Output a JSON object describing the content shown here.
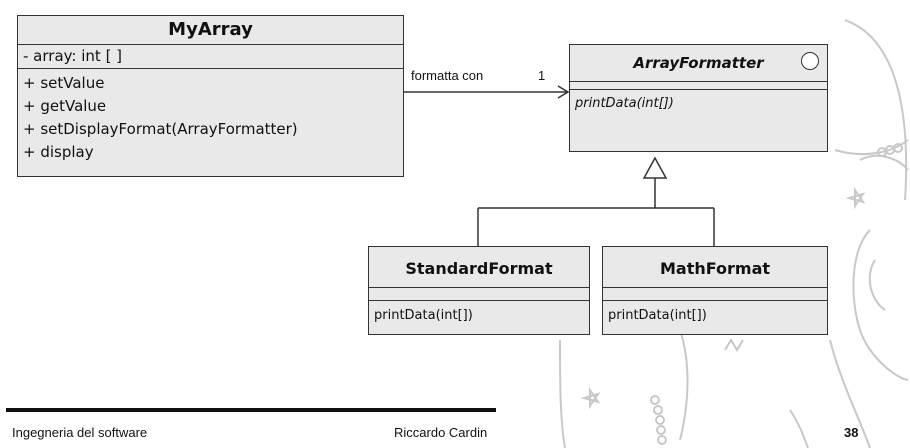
{
  "diagram": {
    "my_array": {
      "title": "MyArray",
      "attributes": [
        "- array: int [ ]"
      ],
      "operations": [
        "+ setValue",
        "+ getValue",
        "+ setDisplayFormat(ArrayFormatter)",
        "+ display"
      ]
    },
    "array_formatter": {
      "title": "ArrayFormatter",
      "operation": "printData(int[])"
    },
    "standard_format": {
      "title": "StandardFormat",
      "operation": "printData(int[])"
    },
    "math_format": {
      "title": "MathFormat",
      "operation": "printData(int[])"
    },
    "association": {
      "label": "formatta con",
      "multiplicity": "1"
    }
  },
  "footer": {
    "course": "Ingegneria del software",
    "author": "Riccardo Cardin",
    "page_number": "38"
  }
}
